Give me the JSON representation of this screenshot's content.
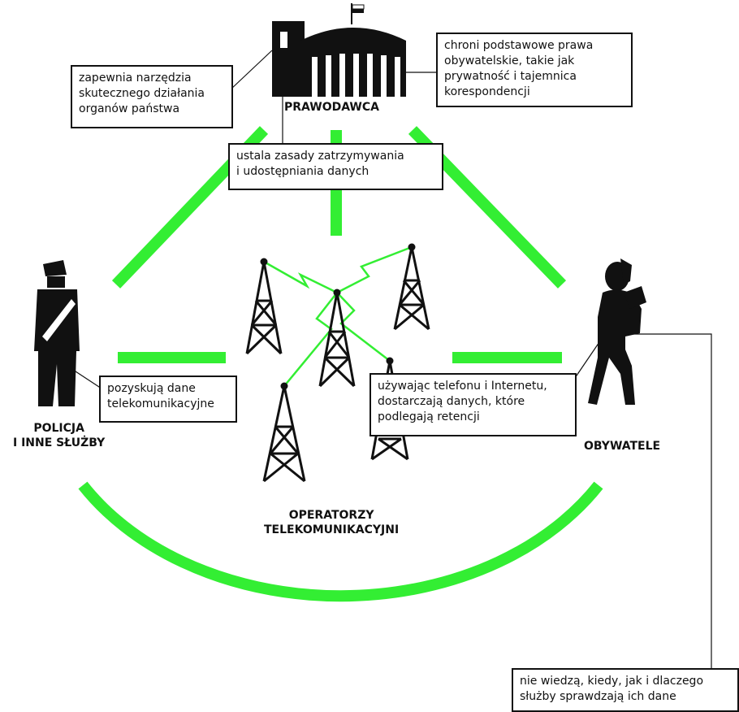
{
  "actors": {
    "legislator": {
      "label": "PRAWODAWCA"
    },
    "police": {
      "label_line1": "POLICJA",
      "label_line2": "I INNE SŁUŻBY"
    },
    "citizens": {
      "label": "OBYWATELE"
    },
    "operators": {
      "label_line1": "OPERATORZY",
      "label_line2": "TELEKOMUNIKACYJNI"
    }
  },
  "notes": {
    "tools": [
      "zapewnia narzędzia",
      "skutecznego działania",
      "organów państwa"
    ],
    "rights": [
      "chroni podstawowe prawa",
      "obywatelskie, takie jak",
      "prywatność i tajemnica",
      "korespondencji"
    ],
    "rules": [
      "ustala zasady zatrzymywania",
      "i udostępniania danych"
    ],
    "obtain": [
      "pozyskują dane",
      "telekomunikacyjne"
    ],
    "using": [
      "używając telefonu i Internetu,",
      "dostarczają danych, które",
      "podlegają retencji"
    ],
    "unaware": [
      "nie wiedzą, kiedy, jak i dlaczego",
      "służby sprawdzają ich dane"
    ]
  },
  "colors": {
    "link": "#33ee33",
    "ink": "#111111"
  },
  "icons": [
    "parliament-icon",
    "police-officer-icon",
    "citizen-on-phone-icon",
    "radio-tower-icon"
  ]
}
